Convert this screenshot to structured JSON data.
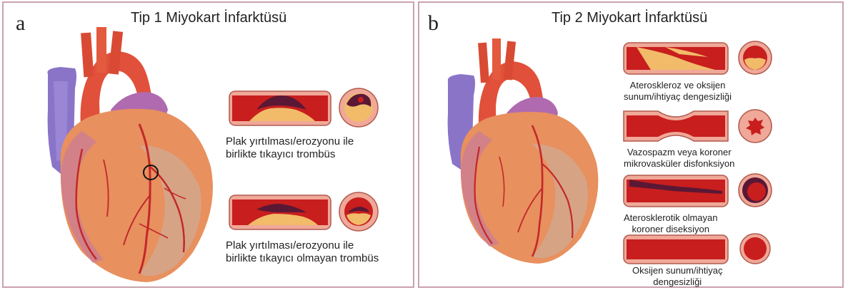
{
  "panel_a": {
    "letter": "a",
    "title": "Tip 1 Miyokart İnfarktüsü",
    "captions": [
      "Plak yırtılması/erozyonu ile\nbirlikte tıkayıcı trombüs",
      "Plak yırtılması/erozyonu ile\nbirlikte tıkayıcı olmayan trombüs"
    ]
  },
  "panel_b": {
    "letter": "b",
    "title": "Tip 2 Miyokart İnfarktüsü",
    "captions": [
      "Ateroskleroz ve oksijen\nsunum/ihtiyaç dengesizliği",
      "Vazospazm veya koroner\nmikrovasküler disfonksiyon",
      "Aterosklerotik olmayan\nkoroner diseksiyon",
      "Oksijen sunum/ihtiyaç\ndengesizliği"
    ]
  },
  "colors": {
    "border": "#c9a2ad",
    "vessel_wall": "#f0a898",
    "lumen": "#c81e1e",
    "plaque": "#f2bb6a",
    "thrombus": "#5a1835",
    "heart": "#e8905e",
    "aorta": "#e1503a",
    "vein": "#8a74c8"
  },
  "icons": [
    "heart-illustration",
    "artery-longitudinal-section",
    "artery-cross-section"
  ]
}
